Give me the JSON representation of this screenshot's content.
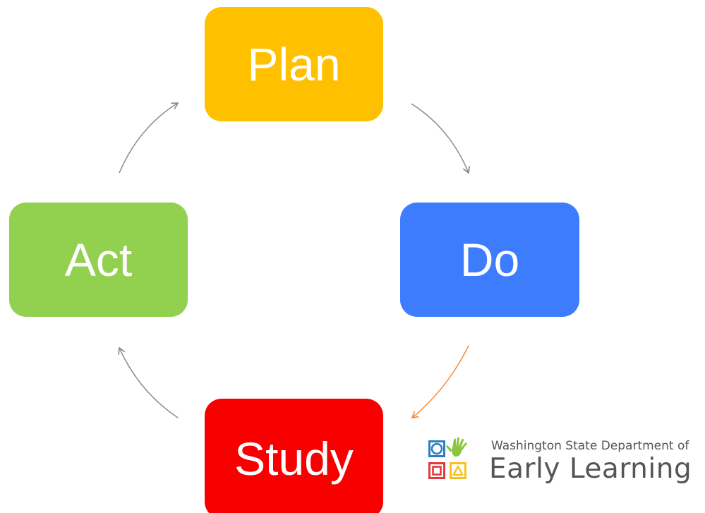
{
  "cycle": {
    "plan": {
      "label": "Plan",
      "color": "#FFC000"
    },
    "do": {
      "label": "Do",
      "color": "#3D7DFD"
    },
    "study": {
      "label": "Study",
      "color": "#F80000"
    },
    "act": {
      "label": "Act",
      "color": "#92D050"
    }
  },
  "arrows": {
    "default_color": "#8C8A7E",
    "do_to_study_color": "#F58A3C"
  },
  "logo": {
    "line1": "Washington State Department of",
    "line2": "Early Learning",
    "icon_names": [
      "circle-square-icon",
      "hand-icon",
      "square-square-icon",
      "triangle-square-icon"
    ],
    "icon_colors": [
      "#2C7FC0",
      "#8CC63F",
      "#E03A3E",
      "#F7C21B"
    ]
  }
}
